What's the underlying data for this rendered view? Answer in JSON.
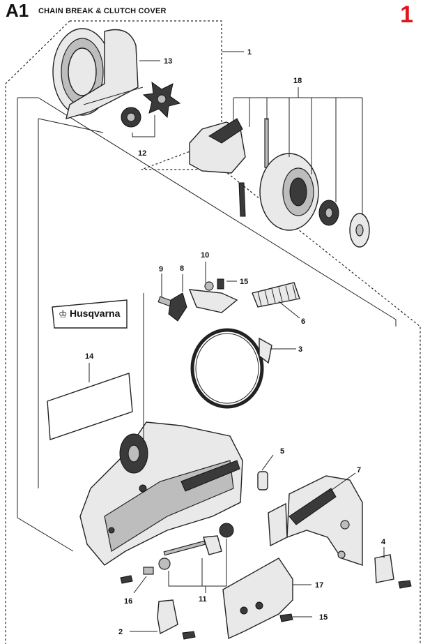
{
  "header": {
    "code": "A1",
    "title": "CHAIN BREAK & CLUTCH COVER",
    "page": "1"
  },
  "brand": {
    "logo_text": "Husqvarna"
  },
  "callouts": [
    "1",
    "2",
    "3",
    "4",
    "5",
    "6",
    "7",
    "8",
    "9",
    "10",
    "11",
    "12",
    "13",
    "14",
    "15",
    "15",
    "16",
    "17",
    "18"
  ],
  "colors": {
    "page_number": "#e0141b",
    "ink": "#222222"
  }
}
